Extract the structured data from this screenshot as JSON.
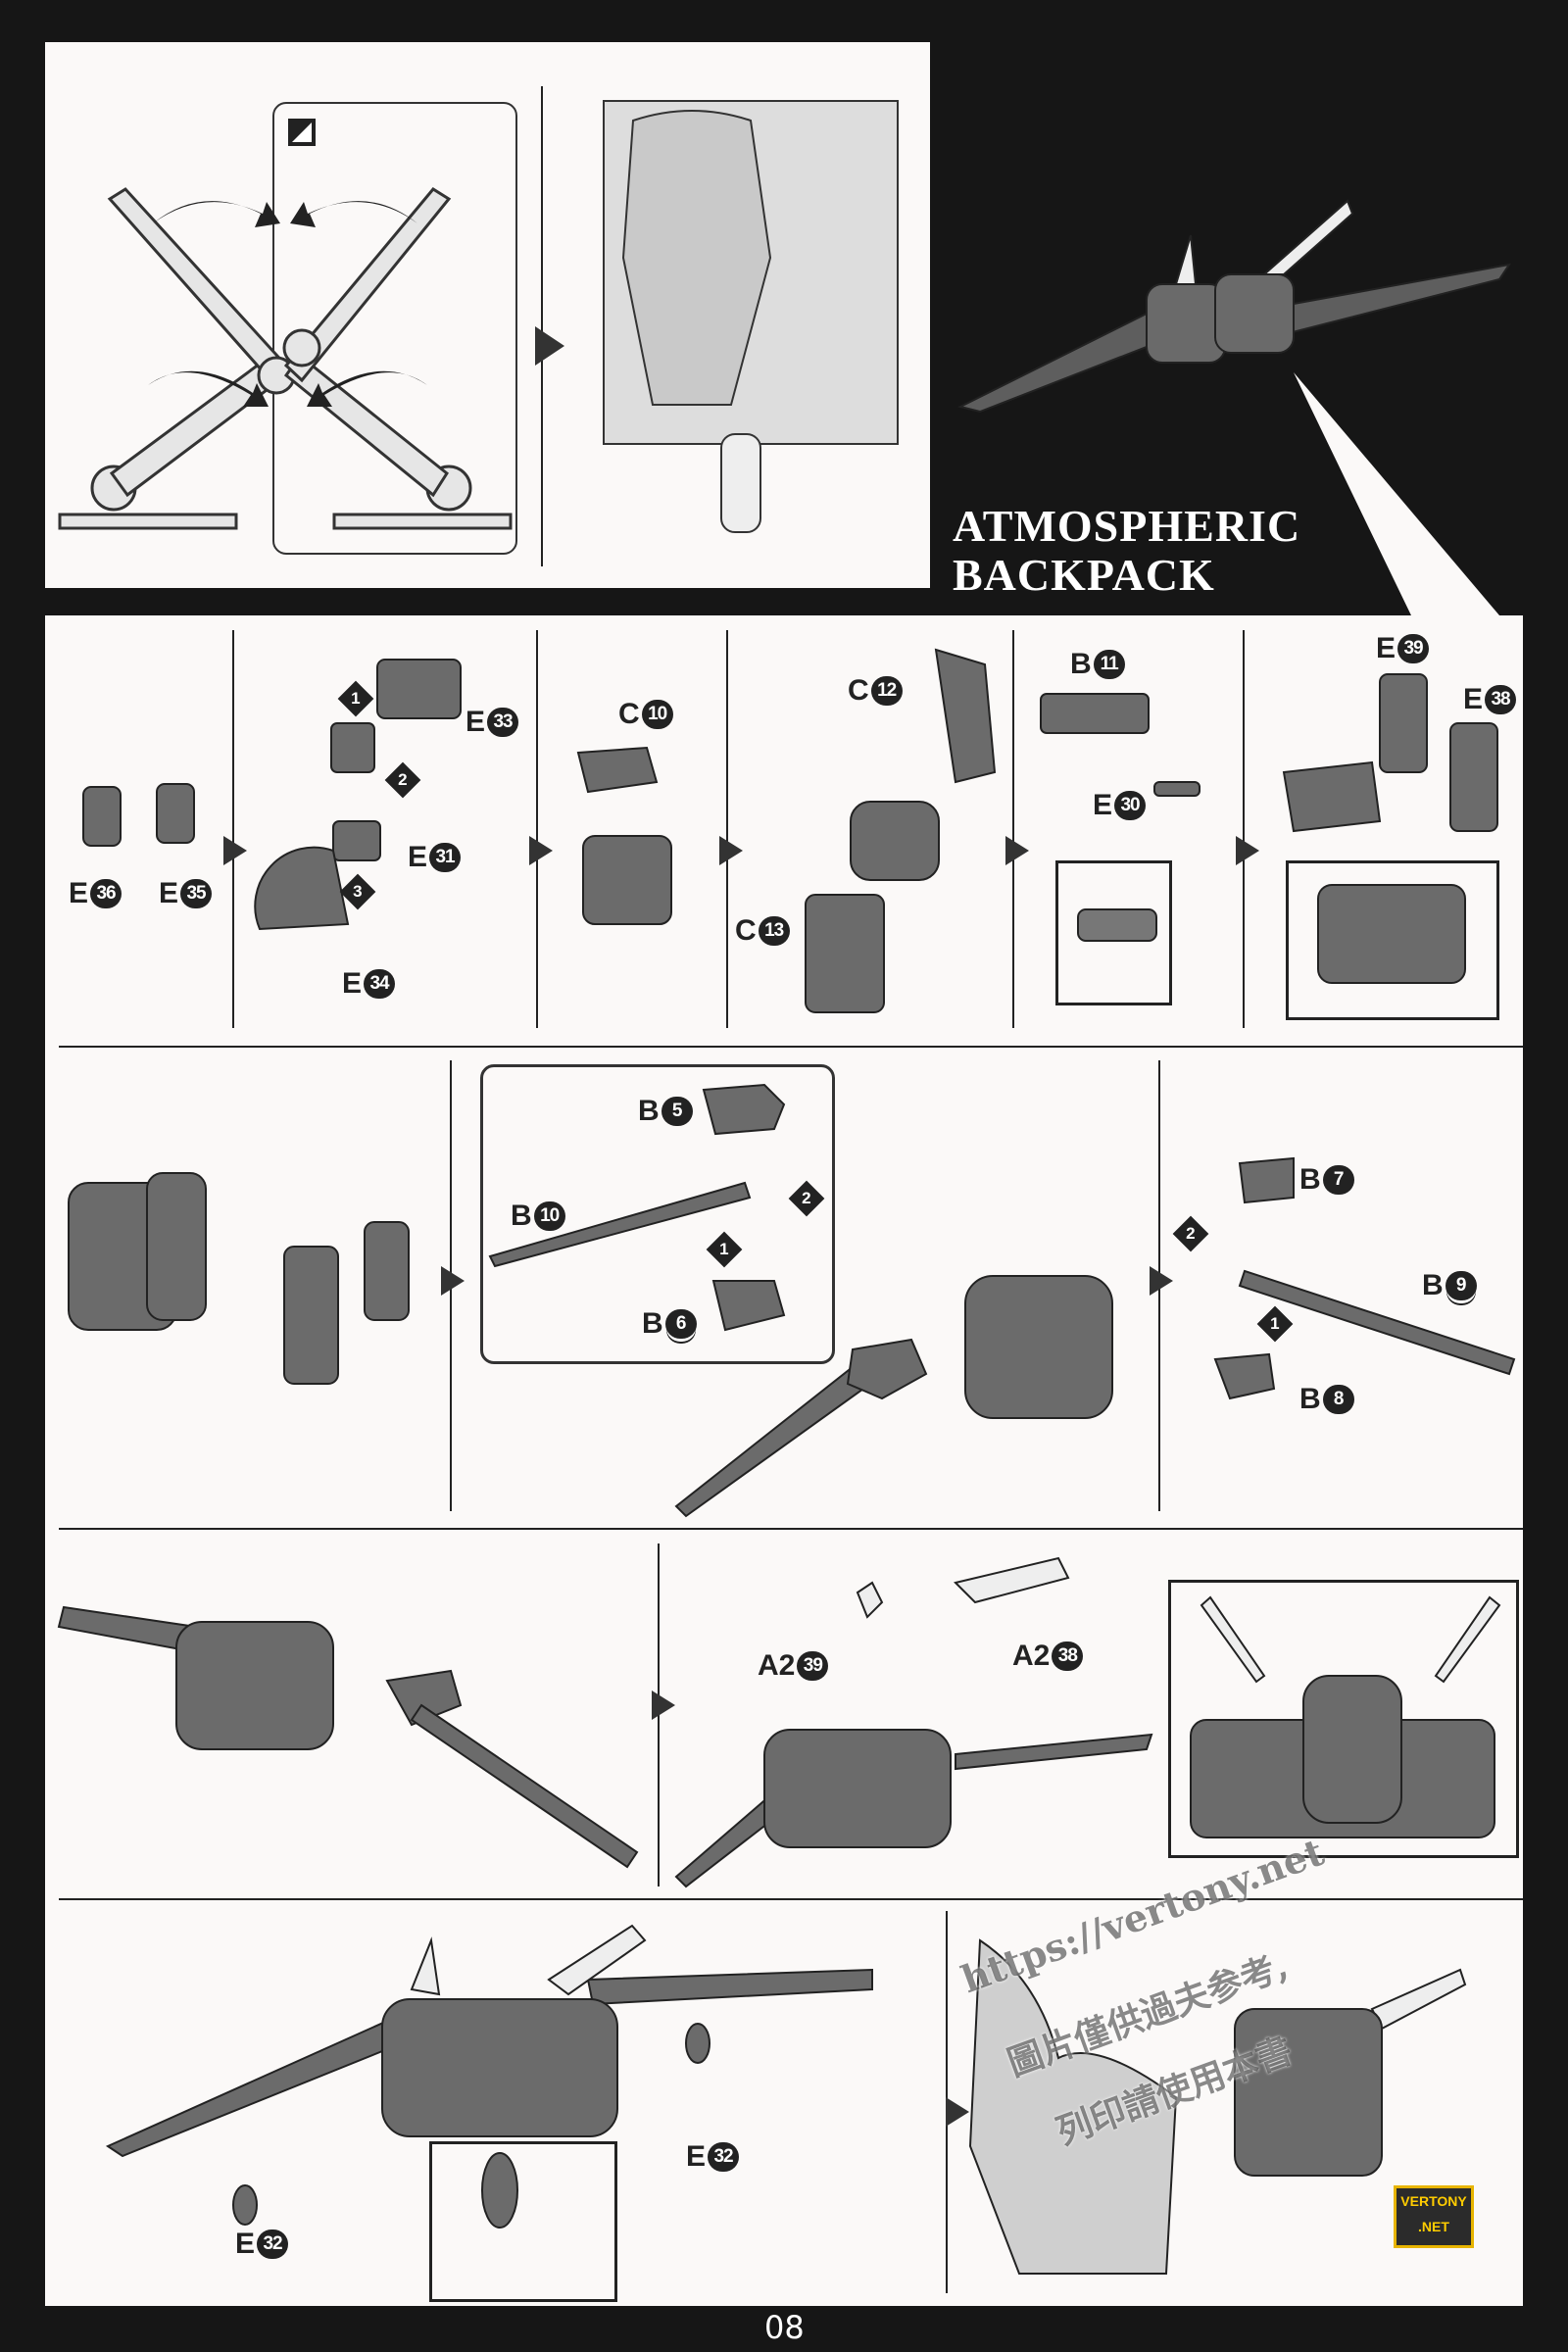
{
  "title": {
    "line1": "ATMOSPHERIC",
    "line2": "BACKPACK"
  },
  "page_number": "08",
  "steps": [
    "1",
    "2",
    "3",
    "2",
    "1",
    "2",
    "1"
  ],
  "labels": [
    {
      "letter": "E",
      "num": "36"
    },
    {
      "letter": "E",
      "num": "35"
    },
    {
      "letter": "E",
      "num": "33"
    },
    {
      "letter": "E",
      "num": "31"
    },
    {
      "letter": "E",
      "num": "34"
    },
    {
      "letter": "C",
      "num": "10"
    },
    {
      "letter": "C",
      "num": "12"
    },
    {
      "letter": "C",
      "num": "13"
    },
    {
      "letter": "B",
      "num": "11"
    },
    {
      "letter": "E",
      "num": "30"
    },
    {
      "letter": "E",
      "num": "39"
    },
    {
      "letter": "E",
      "num": "38"
    },
    {
      "letter": "B",
      "num": "5"
    },
    {
      "letter": "B",
      "num": "10"
    },
    {
      "letter": "B",
      "num": "6",
      "underline": true
    },
    {
      "letter": "B",
      "num": "7"
    },
    {
      "letter": "B",
      "num": "9",
      "underline": true
    },
    {
      "letter": "B",
      "num": "8"
    },
    {
      "letter": "A2",
      "num": "39"
    },
    {
      "letter": "A2",
      "num": "38"
    },
    {
      "letter": "E",
      "num": "32"
    },
    {
      "letter": "E",
      "num": "32"
    }
  ],
  "watermark": {
    "url": "https://vertony.net",
    "line1": "圖片僅供過夫参考,",
    "line2": "列印請使用本書",
    "logo_top": "VERTONY",
    ".logo_bottom": ".NET",
    "logo_bottom": ".NET"
  },
  "colors": {
    "part": "#6b6b6b",
    "part_dark": "#3c3c3c",
    "part_light": "#eeeeee"
  }
}
